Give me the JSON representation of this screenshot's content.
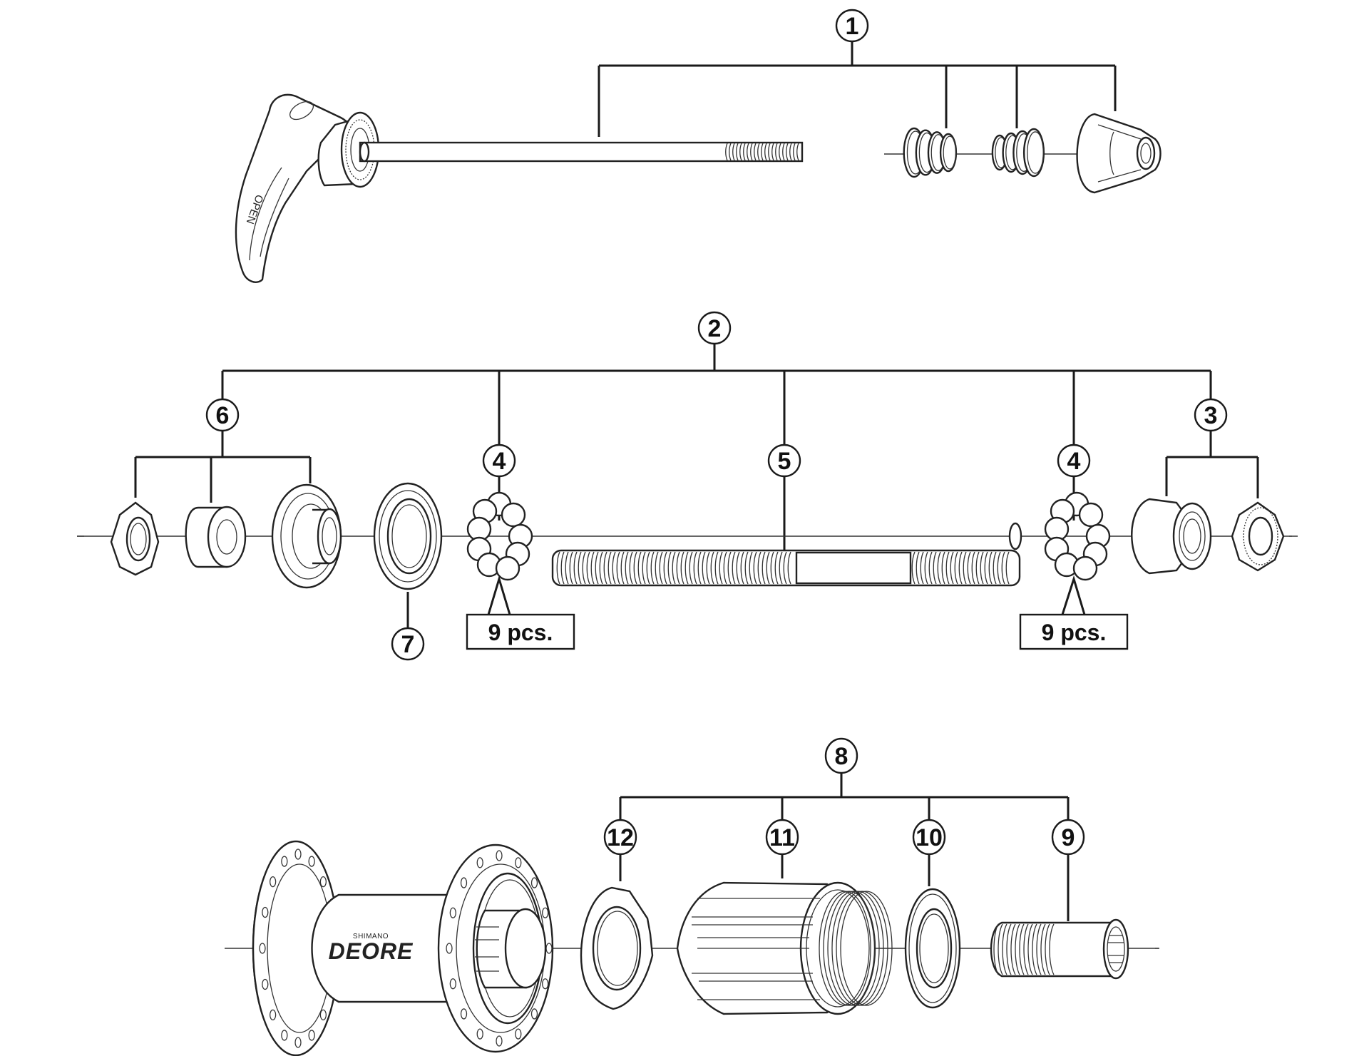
{
  "diagram": {
    "title": "Hub exploded parts diagram",
    "callouts": [
      {
        "id": "c1",
        "label": "1",
        "part": "quick-release-skewer-assembly"
      },
      {
        "id": "c2",
        "label": "2",
        "part": "hub-axle-assembly"
      },
      {
        "id": "c3",
        "label": "3",
        "part": "right-cone-and-lock-nut"
      },
      {
        "id": "c4a",
        "label": "4",
        "part": "steel-balls-left"
      },
      {
        "id": "c4b",
        "label": "4",
        "part": "steel-balls-right"
      },
      {
        "id": "c5",
        "label": "5",
        "part": "hub-axle"
      },
      {
        "id": "c6",
        "label": "6",
        "part": "left-cone-spacer-lock-nut"
      },
      {
        "id": "c7",
        "label": "7",
        "part": "dust-cap"
      },
      {
        "id": "c8",
        "label": "8",
        "part": "freehub-body-assembly"
      },
      {
        "id": "c9",
        "label": "9",
        "part": "freehub-body-fixing-bolt"
      },
      {
        "id": "c10",
        "label": "10",
        "part": "freehub-dust-cap"
      },
      {
        "id": "c11",
        "label": "11",
        "part": "freehub-body"
      },
      {
        "id": "c12",
        "label": "12",
        "part": "freehub-spacer"
      }
    ],
    "quantity_notes": [
      {
        "id": "q1",
        "text": "9 pcs.",
        "refers_to": "4"
      },
      {
        "id": "q2",
        "text": "9 pcs.",
        "refers_to": "4"
      }
    ],
    "lever_text": "OPEN",
    "hub_brand": {
      "maker": "SHIMANO",
      "model": "DEORE"
    },
    "groups": [
      {
        "parent": "1",
        "children": [
          "skewer-rod",
          "spring-left",
          "spring-right",
          "adjusting-nut"
        ]
      },
      {
        "parent": "2",
        "children": [
          "6",
          "4",
          "5",
          "4",
          "3"
        ]
      },
      {
        "parent": "6",
        "children": [
          "lock-nut",
          "spacer",
          "cone"
        ]
      },
      {
        "parent": "3",
        "children": [
          "cone",
          "lock-nut"
        ]
      },
      {
        "parent": "8",
        "children": [
          "12",
          "11",
          "10",
          "9"
        ]
      }
    ],
    "colors": {
      "line": "#1a1a1a",
      "background": "#ffffff"
    }
  }
}
